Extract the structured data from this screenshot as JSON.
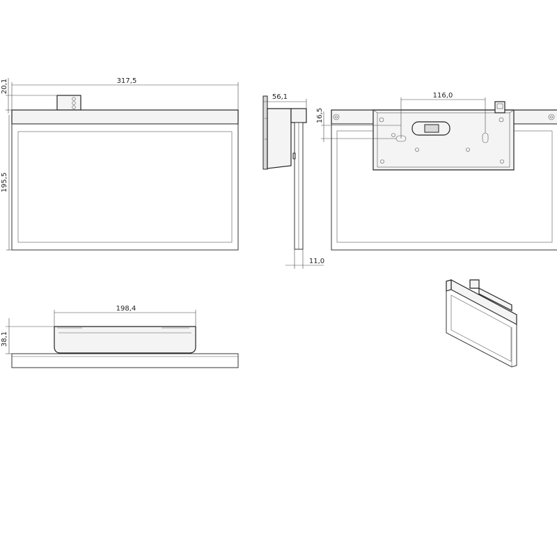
{
  "dimensions": {
    "front_width": "317,5",
    "front_top_offset": "20,1",
    "front_height": "195,5",
    "side_depth": "56,1",
    "side_panel_thickness": "11,0",
    "rear_hole_spacing": "116,0",
    "rear_hole_offset": "16,5",
    "top_box_width": "198,4",
    "top_box_height": "38,1"
  },
  "colors": {
    "line": "#222222",
    "fill": "#f4f4f4",
    "background": "#ffffff"
  }
}
